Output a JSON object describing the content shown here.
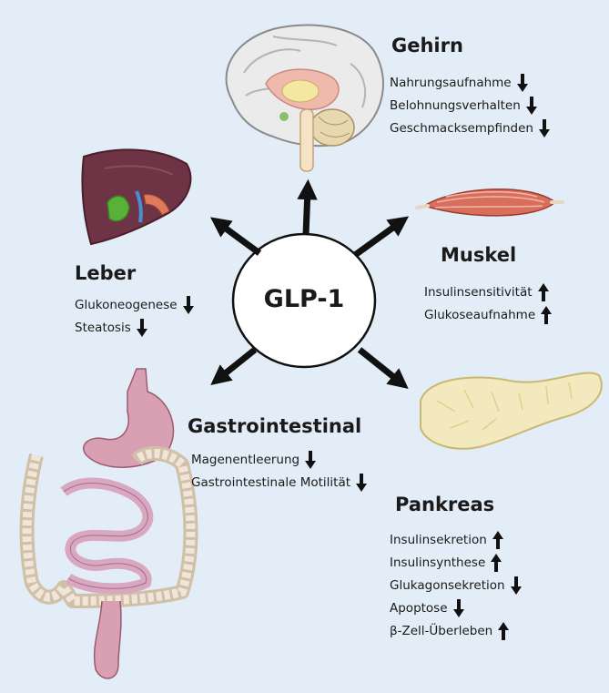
{
  "center": {
    "label": "GLP-1"
  },
  "organs": {
    "brain": {
      "title": "Gehirn",
      "effects": [
        {
          "label": "Nahrungsaufnahme",
          "direction": "down"
        },
        {
          "label": "Belohnungsverhalten",
          "direction": "down"
        },
        {
          "label": "Geschmacksempfinden",
          "direction": "down"
        }
      ]
    },
    "muscle": {
      "title": "Muskel",
      "effects": [
        {
          "label": "Insulinsensitivität",
          "direction": "up"
        },
        {
          "label": "Glukoseaufnahme",
          "direction": "up"
        }
      ]
    },
    "liver": {
      "title": "Leber",
      "effects": [
        {
          "label": "Glukoneogenese",
          "direction": "down"
        },
        {
          "label": "Steatosis",
          "direction": "down"
        }
      ]
    },
    "gastro": {
      "title": "Gastrointestinal",
      "effects": [
        {
          "label": "Magenentleerung",
          "direction": "down"
        },
        {
          "label": "Gastrointestinale Motilität",
          "direction": "down"
        }
      ]
    },
    "pancreas": {
      "title": "Pankreas",
      "effects": [
        {
          "label": "Insulinsekretion",
          "direction": "up"
        },
        {
          "label": "Insulinsynthese",
          "direction": "up"
        },
        {
          "label": "Glukagonsekretion",
          "direction": "down"
        },
        {
          "label": "Apoptose",
          "direction": "down"
        },
        {
          "label": "β-Zell-Überleben",
          "direction": "up"
        }
      ]
    }
  }
}
